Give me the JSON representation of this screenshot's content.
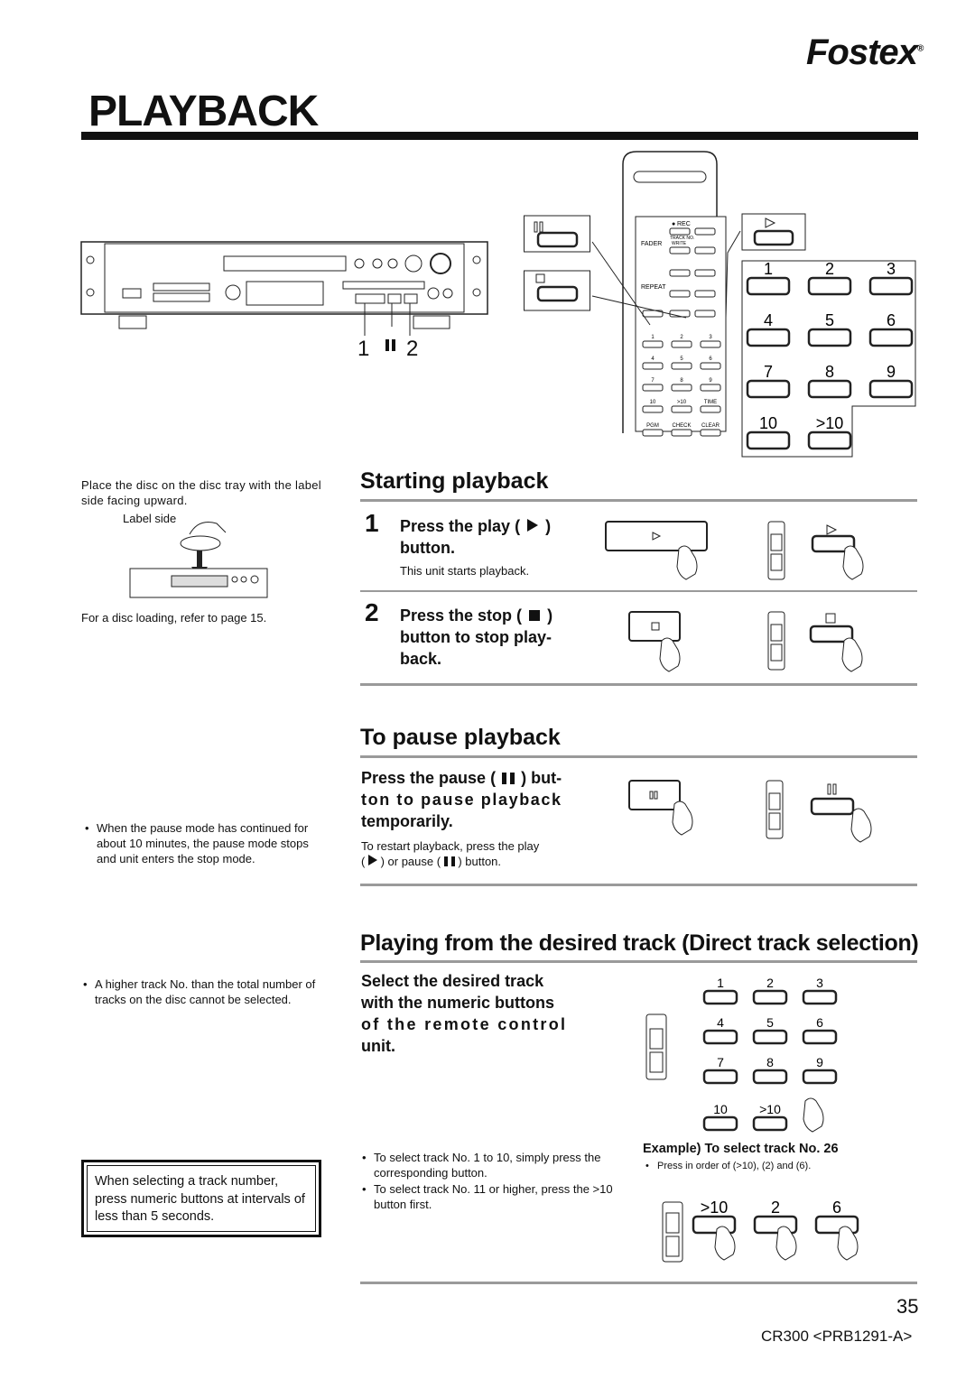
{
  "header": {
    "brand": "Fostex",
    "brand_mark": "®",
    "title": "PLAYBACK"
  },
  "illustration": {
    "callout_1": "1",
    "callout_2": "2"
  },
  "remote": {
    "rec": "REC",
    "fader": "FADER",
    "track_no_write_1": "TRACK NO.",
    "track_no_write_2": "WRITE",
    "repeat": "REPEAT",
    "keys": [
      "1",
      "2",
      "3",
      "4",
      "5",
      "6",
      "7",
      "8",
      "9",
      "10",
      ">10",
      "TIME",
      "PGM",
      "CHECK",
      "CLEAR"
    ]
  },
  "zoom_keys": [
    "1",
    "2",
    "3",
    "4",
    "5",
    "6",
    "7",
    "8",
    "9",
    "10",
    ">10"
  ],
  "sidebar": {
    "disc_text": "Place the disc on the disc tray with the label side facing upward.",
    "label_side": "Label side",
    "disc_loading_ref": "For a disc loading, refer to page 15.",
    "pause_note": "When the pause mode has continued for about 10 minutes, the pause mode stops and unit enters the stop mode.",
    "track_note": "A higher track No. than the total number of tracks on the disc cannot be selected.",
    "box_note": "When selecting a track number, press numeric buttons at intervals of less than 5 seconds."
  },
  "starting": {
    "title": "Starting playback",
    "step1_num": "1",
    "step1_l1": "Press the play (",
    "step1_l1_end": ")",
    "step1_l2": "button.",
    "step1_sub": "This unit starts playback.",
    "step2_num": "2",
    "step2_l1": "Press the stop (",
    "step2_l1_end": ")",
    "step2_l2": "button to stop play-",
    "step2_l3": "back."
  },
  "pause": {
    "title": "To pause playback",
    "h_l1": "Press the pause (",
    "h_l1_end": ") but-",
    "h_l2": "ton to pause playback",
    "h_l3": "temporarily.",
    "sub_l1": "To restart playback, press the play",
    "sub_l2_a": "(",
    "sub_l2_b": ") or pause (",
    "sub_l2_c": ") button."
  },
  "direct": {
    "title": "Playing from the desired track (Direct track selection)",
    "h_l1": "Select the desired track",
    "h_l2": "with the numeric buttons",
    "h_l3": "of the remote control",
    "h_l4": "unit.",
    "bullet1": "To select track No. 1 to 10, simply press the corresponding button.",
    "bullet2": "To select track No. 11 or higher, press the >10 button first.",
    "example_title": "Example) To select track No. 26",
    "example_sub": "Press in order of (>10), (2) and (6).",
    "example_keys": [
      ">10",
      "2",
      "6"
    ]
  },
  "footer": {
    "page": "35",
    "model": "CR300 <PRB1291-A>"
  }
}
